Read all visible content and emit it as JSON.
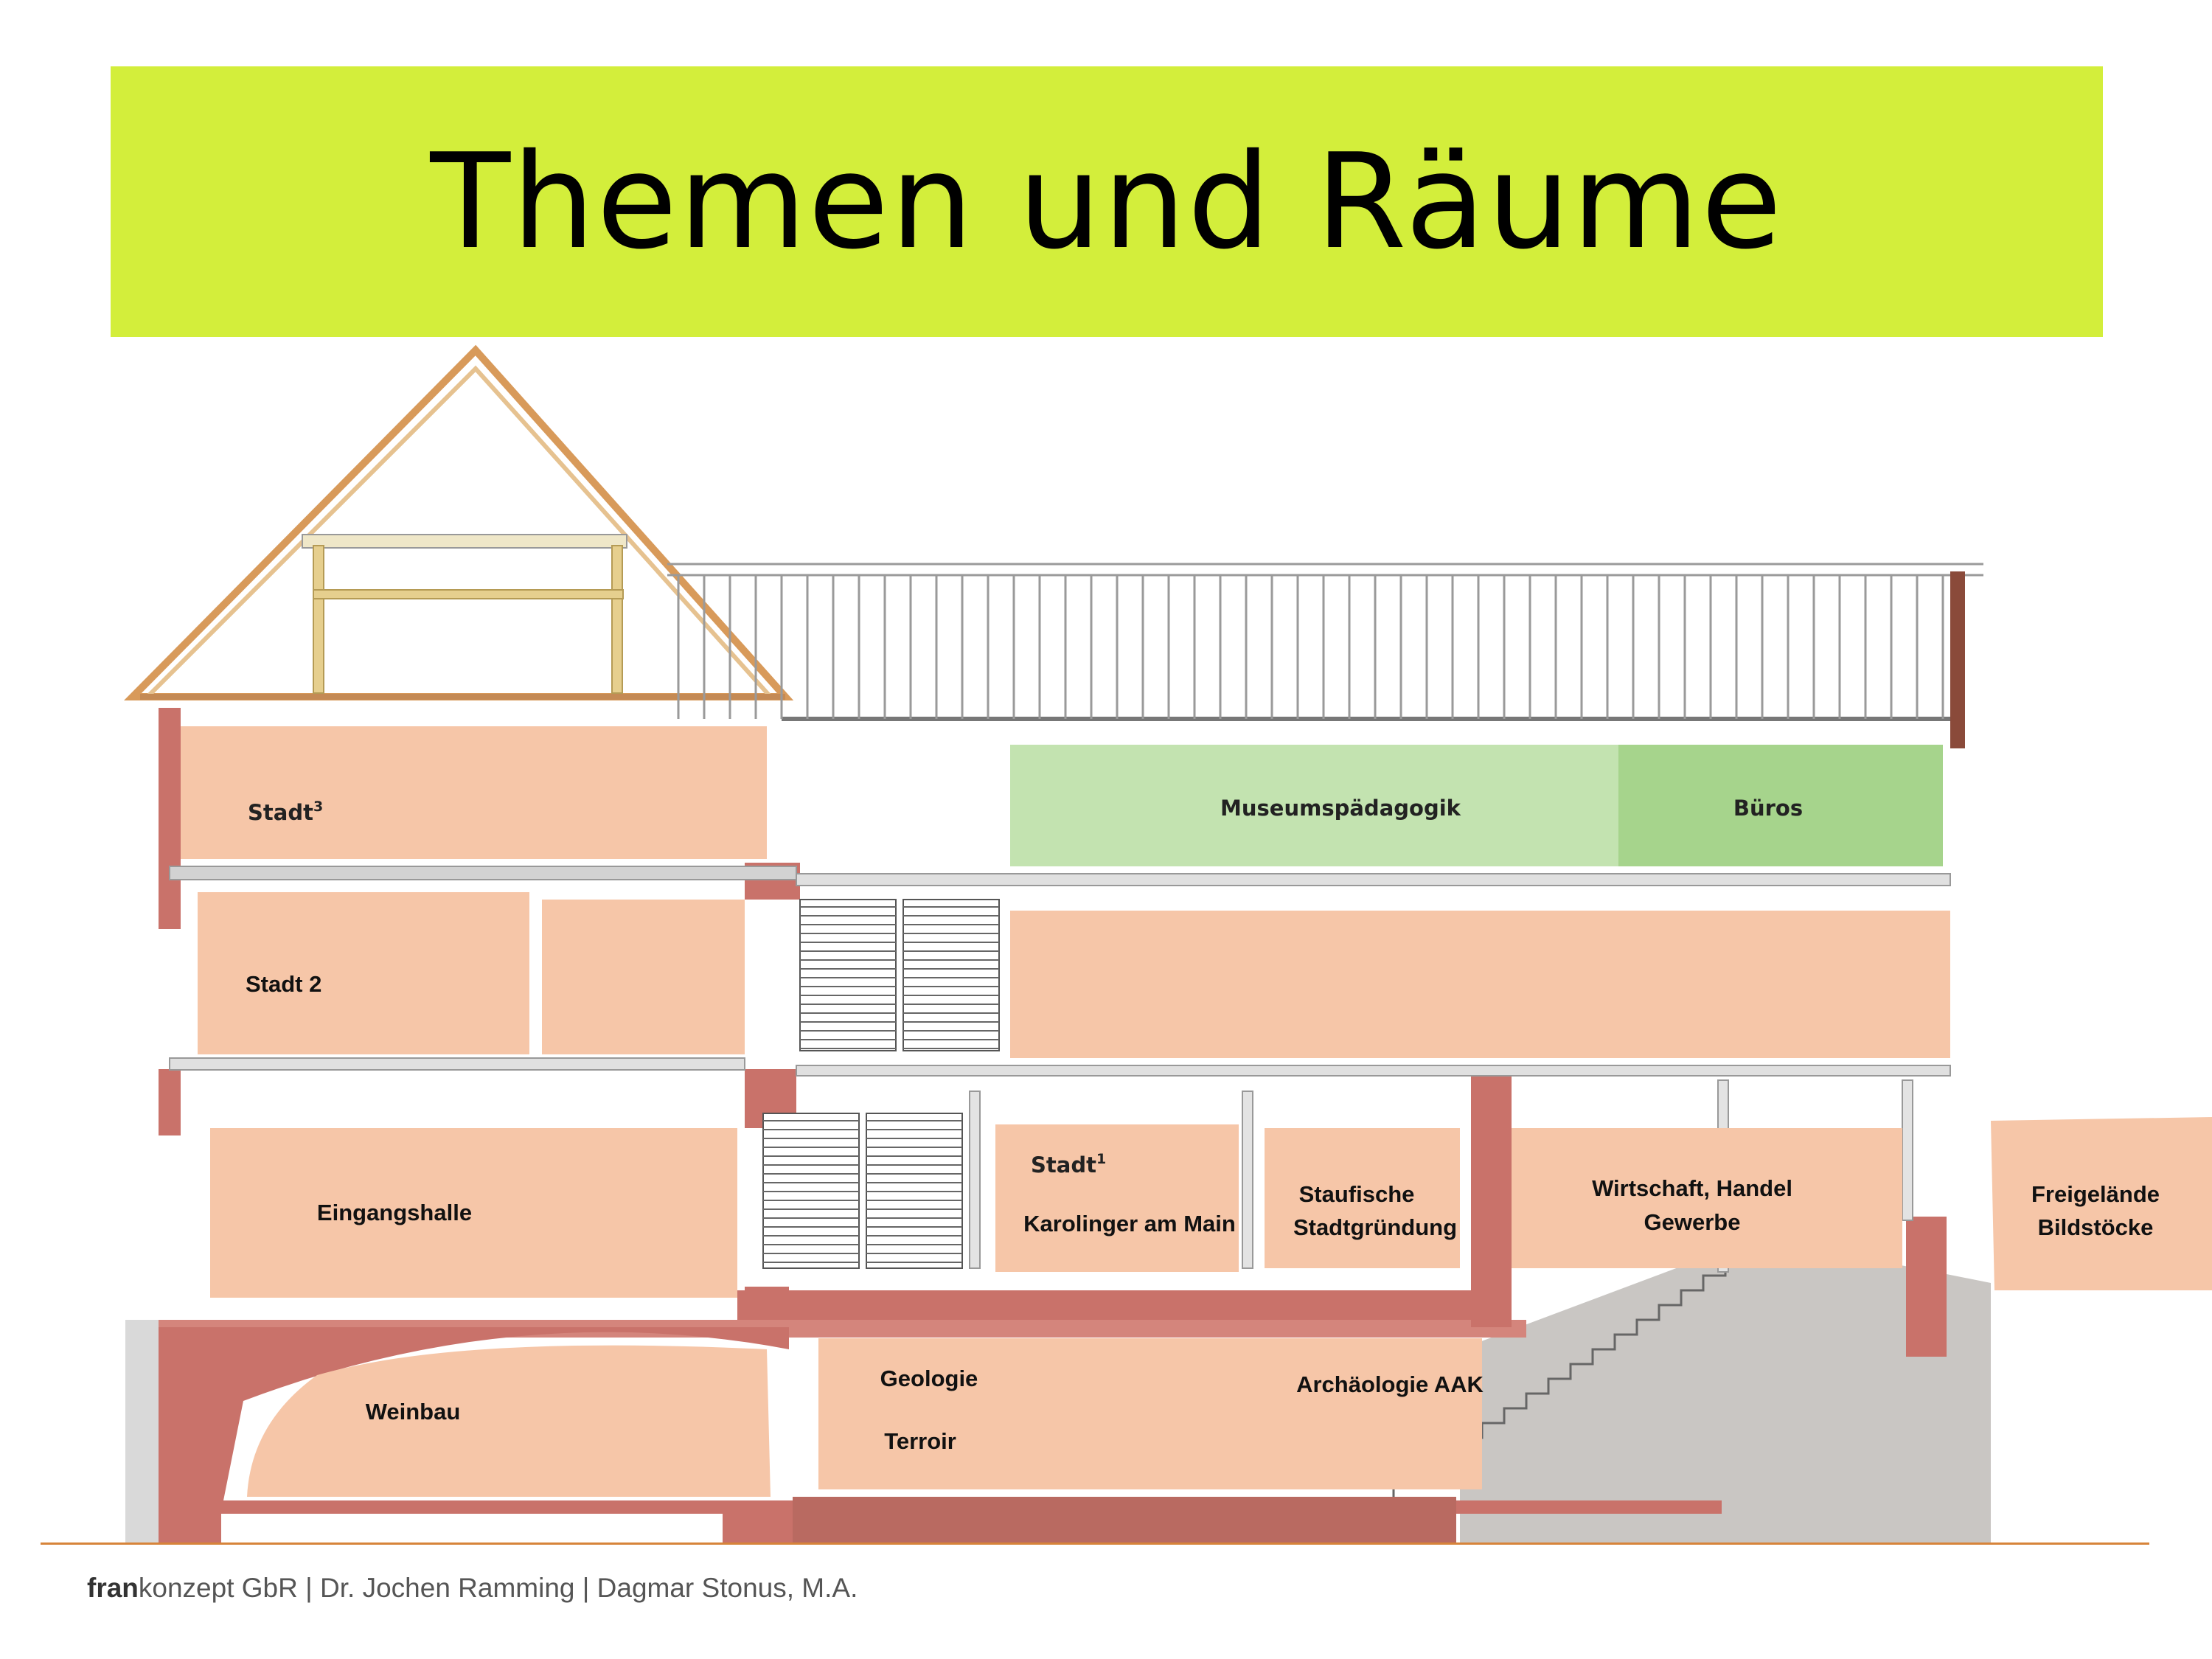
{
  "title": "Themen und Räume",
  "colors": {
    "banner": "#d3ee3b",
    "room_fill": "#f6c6a8",
    "wall": "#c9726a",
    "green_light": "#c3e3b0",
    "green_dark": "#a6d48c",
    "roof": "#d89a5a",
    "footer_rule": "#d7843a"
  },
  "rooms": {
    "stadt3": {
      "name": "Stadt",
      "sup": "3"
    },
    "museumspaedagogik": "Museumspädagogik",
    "bueros": "Büros",
    "stadt2": "Stadt 2",
    "eingangshalle": "Eingangshalle",
    "stadt1": {
      "name": "Stadt",
      "sup": "1"
    },
    "karolinger": "Karolinger am Main",
    "staufische": [
      "Staufische",
      "Stadtgründung"
    ],
    "wirtschaft": [
      "Wirtschaft, Handel",
      "Gewerbe"
    ],
    "freigelaende": [
      "Freigelände",
      "Bildstöcke"
    ],
    "weinbau": "Weinbau",
    "geologie": "Geologie",
    "terroir": "Terroir",
    "archaeologie": "Archäologie AAK"
  },
  "footer": {
    "brand_bold": "fran",
    "brand_rest": "konzept GbR | Dr. Jochen Ramming  | Dagmar Stonus, M.A."
  }
}
